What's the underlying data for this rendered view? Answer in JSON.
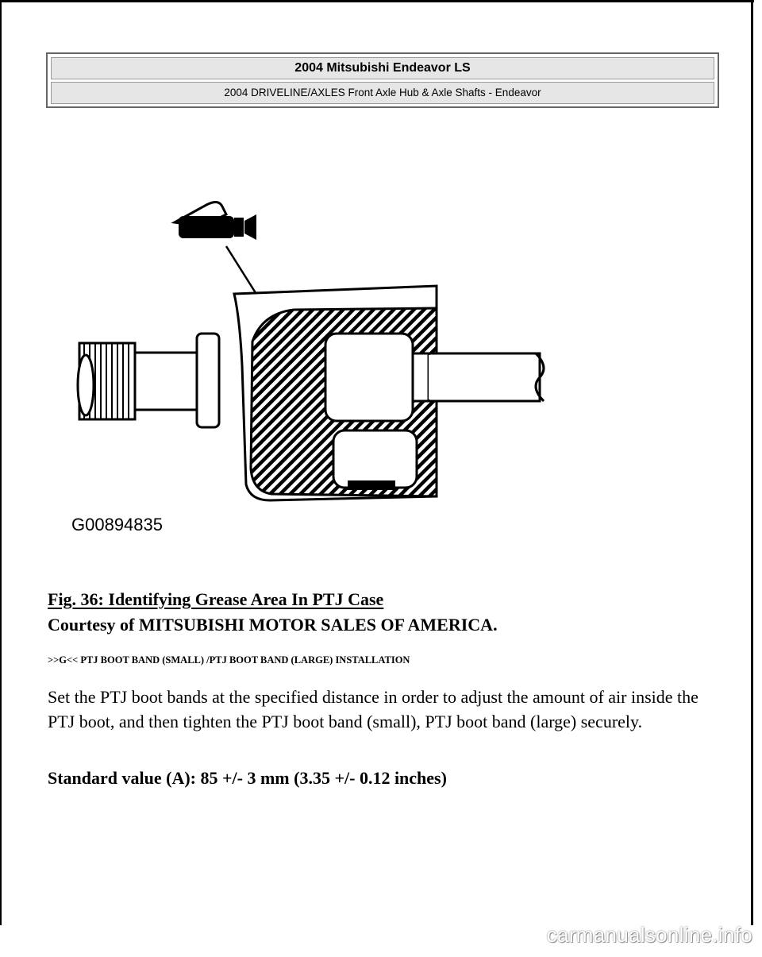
{
  "header": {
    "vehicle_title": "2004 Mitsubishi Endeavor LS",
    "section_title": "2004 DRIVELINE/AXLES Front Axle Hub & Axle Shafts - Endeavor"
  },
  "figure": {
    "graphic_id": "G00894835",
    "caption": "Fig. 36: Identifying Grease Area In PTJ Case",
    "courtesy": "Courtesy of MITSUBISHI MOTOR SALES OF AMERICA."
  },
  "content": {
    "section_heading": ">>G<< PTJ BOOT BAND (SMALL) /PTJ BOOT BAND (LARGE) INSTALLATION",
    "paragraph": "Set the PTJ boot bands at the specified distance in order to adjust the amount of air inside the PTJ boot, and then tighten the PTJ boot band (small), PTJ boot band (large) securely.",
    "standard_value": "Standard value (A): 85 +/- 3 mm (3.35 +/- 0.12 inches)"
  },
  "watermark": "carmanualsonline.info"
}
